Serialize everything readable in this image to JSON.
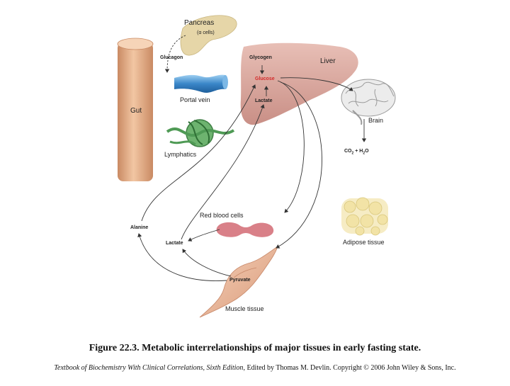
{
  "labels": {
    "pancreas": "Pancreas",
    "alpha_cells": "(α cells)",
    "glucagon": "Glucagon",
    "portal_vein": "Portal vein",
    "gut": "Gut",
    "lymphatics": "Lymphatics",
    "glycogen": "Glycogen",
    "glucose": "Glucose",
    "lactate_liver": "Lactate",
    "liver": "Liver",
    "brain": "Brain",
    "co2": "CO",
    "co2_sub": "2",
    "plus_h2o": " + H",
    "h2o_sub": "2",
    "h2o_o": "O",
    "red_blood_cells": "Red blood cells",
    "alanine": "Alanine",
    "lactate_muscle": "Lactate",
    "adipose_tissue": "Adipose tissue",
    "pyruvate": "Pyruvate",
    "muscle_tissue": "Muscle tissue"
  },
  "caption": "Figure 22.3.  Metabolic interrelationships of major tissues in early fasting state.",
  "credit": {
    "title": "Textbook of Biochemistry With Clinical Correlations, Sixth Edition",
    "rest": ", Edited by  Thomas M. Devlin. Copyright © 2006 John Wiley & Sons, Inc."
  },
  "colors": {
    "glucose": "#d42a2a",
    "liver": "#d9a9a0",
    "pancreas": "#e6d6a8",
    "gut": "#e8b48f",
    "portal_vein": "#3a86c8",
    "lymphatics": "#4f9a55",
    "rbc": "#d98088",
    "adipose": "#f2e3a6",
    "muscle": "#e6b294"
  }
}
